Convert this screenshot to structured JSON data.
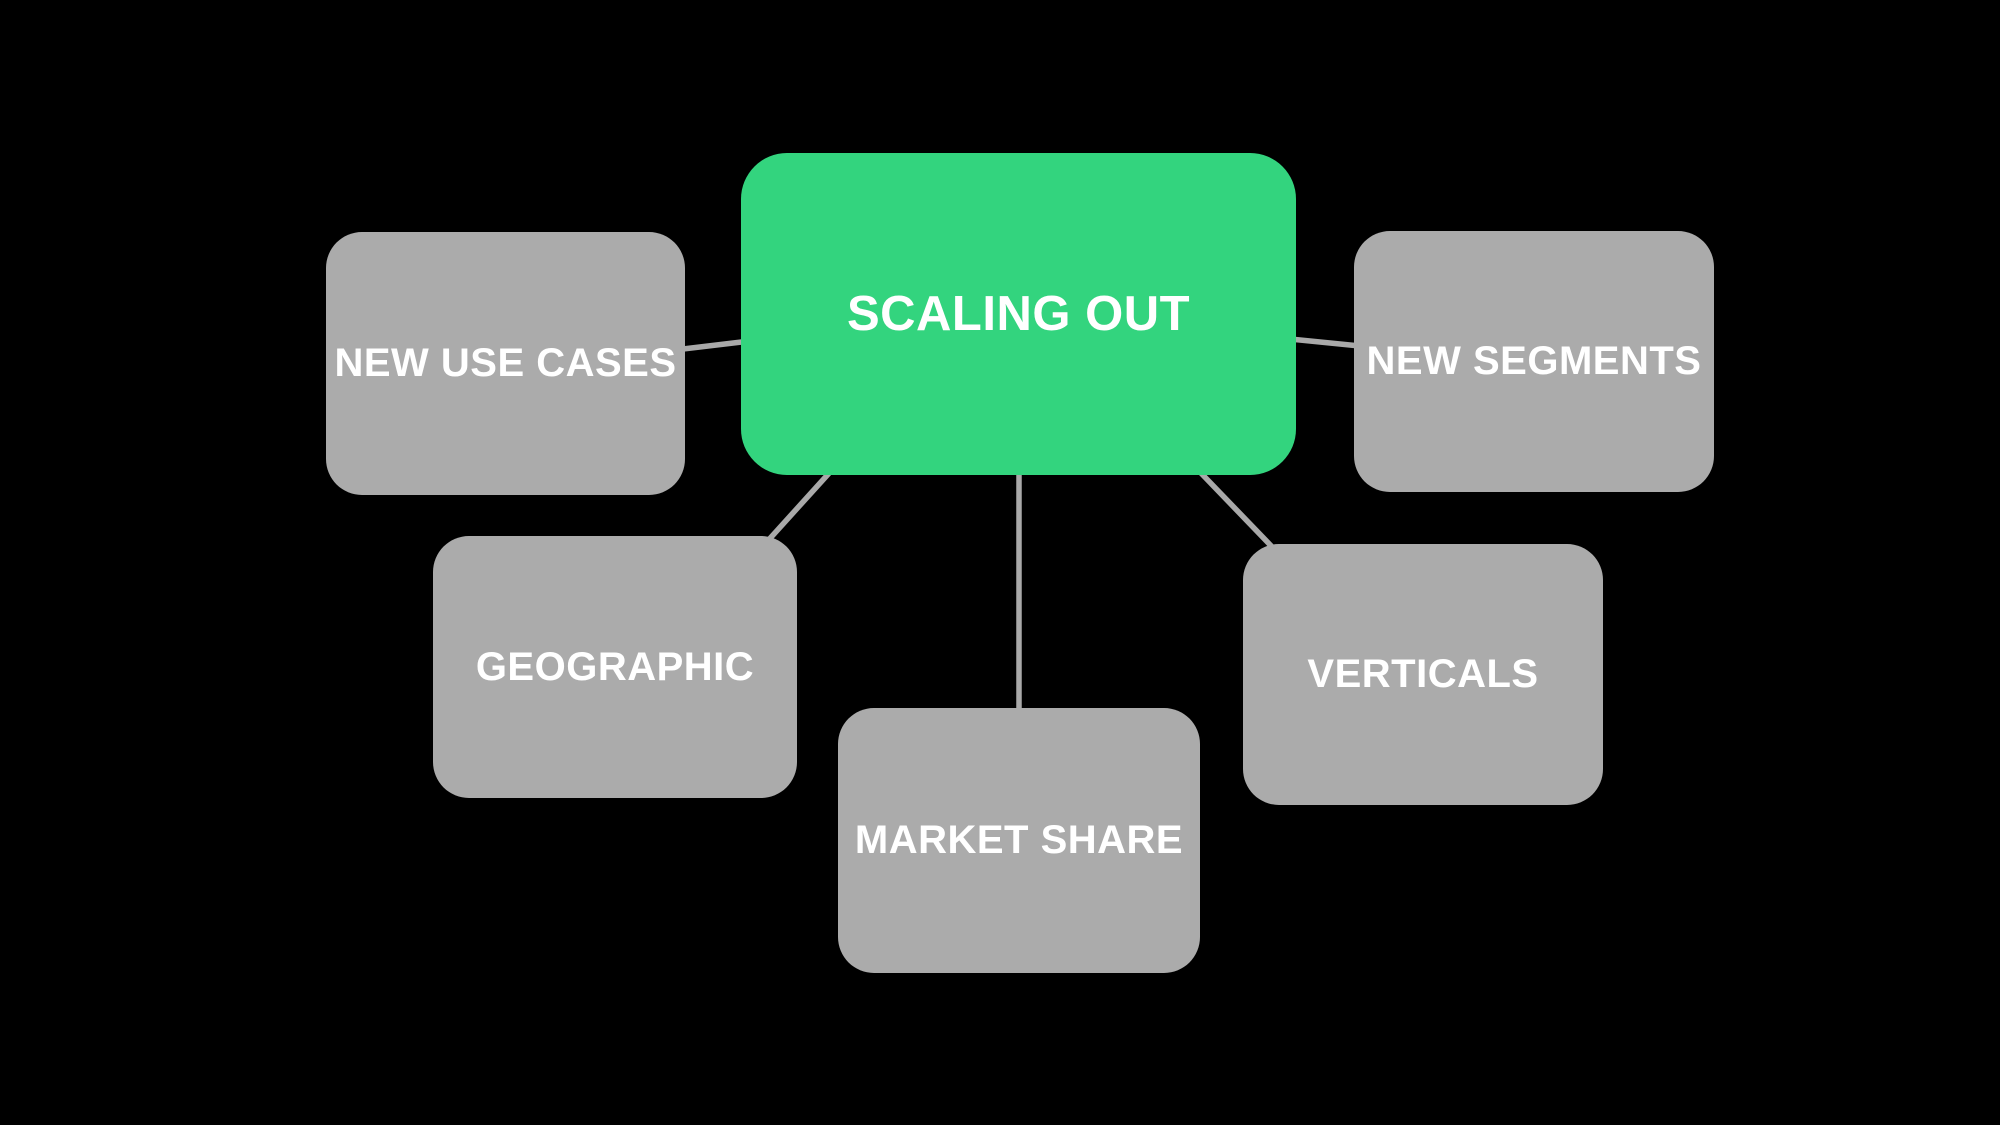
{
  "diagram": {
    "type": "mindmap",
    "center": {
      "label": "SCALING OUT",
      "bg_color": "#33d47e",
      "text_color": "#ffffff"
    },
    "branches": [
      {
        "label": "NEW USE CASES",
        "position": "upper-left"
      },
      {
        "label": "NEW SEGMENTS",
        "position": "upper-right"
      },
      {
        "label": "GEOGRAPHIC",
        "position": "lower-left"
      },
      {
        "label": "MARKET SHARE",
        "position": "bottom-center"
      },
      {
        "label": "VERTICALS",
        "position": "lower-right"
      }
    ],
    "colors": {
      "background": "#000000",
      "branch_bg": "#ababab",
      "connector": "#a9a9a9",
      "label_text": "#ffffff"
    }
  }
}
